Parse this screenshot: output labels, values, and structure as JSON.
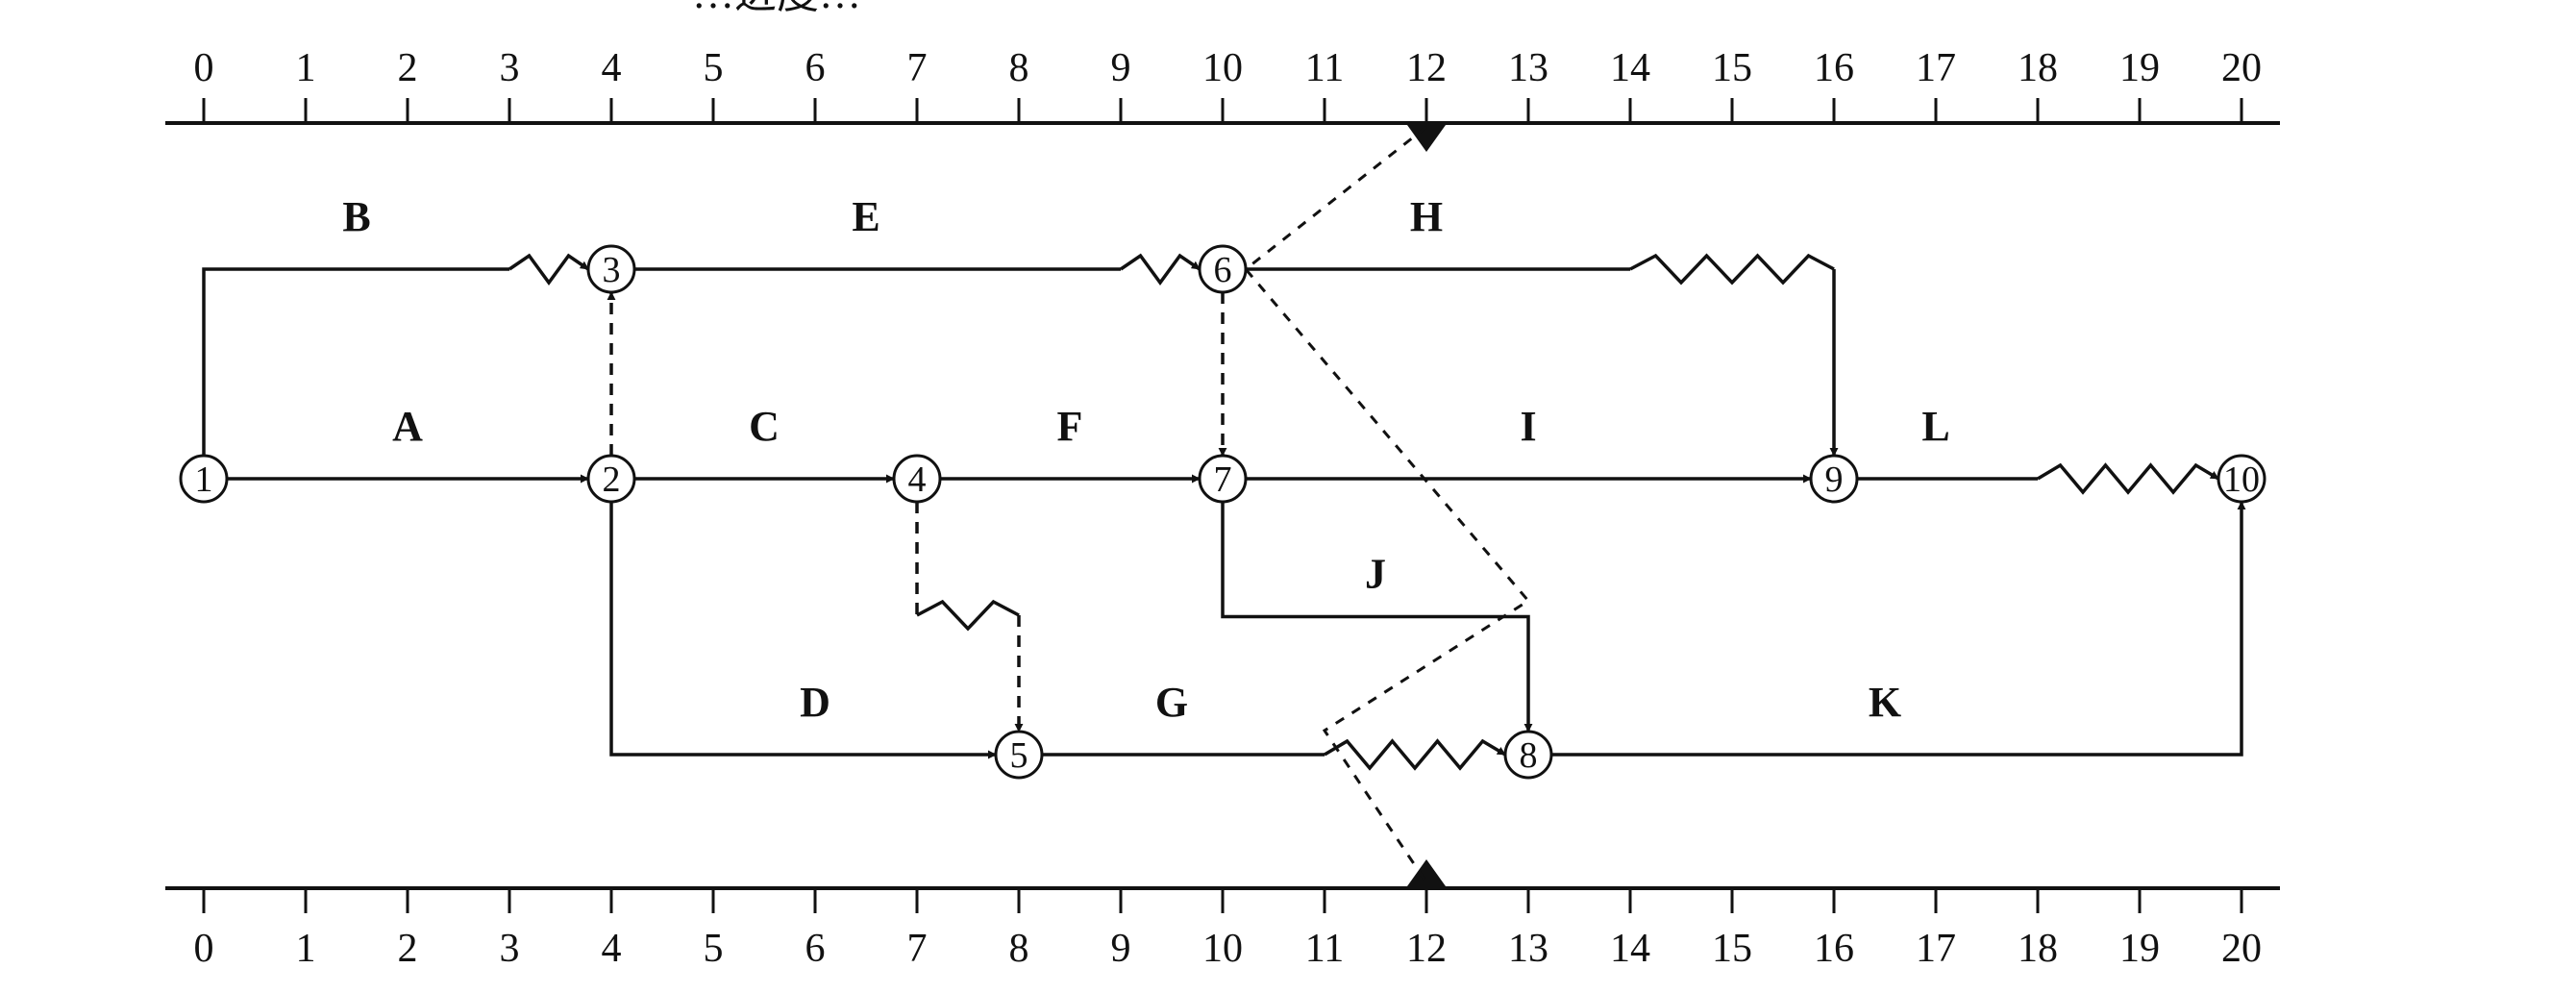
{
  "diagram": {
    "header_fragment": "…进度…",
    "top_scale": {
      "ticks": [
        "0",
        "1",
        "2",
        "3",
        "4",
        "5",
        "6",
        "7",
        "8",
        "9",
        "10",
        "11",
        "12",
        "13",
        "14",
        "15",
        "16",
        "17",
        "18",
        "19",
        "20"
      ],
      "check_marker_at": 12
    },
    "bottom_scale": {
      "ticks": [
        "0",
        "1",
        "2",
        "3",
        "4",
        "5",
        "6",
        "7",
        "8",
        "9",
        "10",
        "11",
        "12",
        "13",
        "14",
        "15",
        "16",
        "17",
        "18",
        "19",
        "20"
      ],
      "check_marker_at": 12
    },
    "nodes": [
      {
        "id": 1,
        "label": "1",
        "time": 0,
        "row": "middle"
      },
      {
        "id": 2,
        "label": "2",
        "time": 4,
        "row": "middle"
      },
      {
        "id": 3,
        "label": "3",
        "time": 4,
        "row": "top"
      },
      {
        "id": 4,
        "label": "4",
        "time": 7,
        "row": "middle"
      },
      {
        "id": 5,
        "label": "5",
        "time": 8,
        "row": "bottom"
      },
      {
        "id": 6,
        "label": "6",
        "time": 10,
        "row": "top"
      },
      {
        "id": 7,
        "label": "7",
        "time": 10,
        "row": "middle"
      },
      {
        "id": 8,
        "label": "8",
        "time": 13,
        "row": "bottom"
      },
      {
        "id": 9,
        "label": "9",
        "time": 16,
        "row": "middle"
      },
      {
        "id": 10,
        "label": "10",
        "time": 20,
        "row": "middle"
      }
    ],
    "activities": [
      {
        "name": "A",
        "from": 1,
        "to": 2,
        "duration": 4,
        "free_float": 0
      },
      {
        "name": "B",
        "from": 1,
        "to": 3,
        "duration": 3,
        "free_float": 1
      },
      {
        "name": "C",
        "from": 2,
        "to": 4,
        "duration": 3,
        "free_float": 0
      },
      {
        "name": "D",
        "from": 2,
        "to": 5,
        "duration": 4,
        "free_float": 0
      },
      {
        "name": "E",
        "from": 3,
        "to": 6,
        "duration": 5,
        "free_float": 1
      },
      {
        "name": "F",
        "from": 4,
        "to": 7,
        "duration": 3,
        "free_float": 0
      },
      {
        "name": "G",
        "from": 5,
        "to": 8,
        "duration": 3,
        "free_float": 2
      },
      {
        "name": "H",
        "from": 6,
        "to": 9,
        "duration": 4,
        "free_float": 2
      },
      {
        "name": "I",
        "from": 7,
        "to": 9,
        "duration": 6,
        "free_float": 0
      },
      {
        "name": "J",
        "from": 7,
        "to": 8,
        "duration": 3,
        "free_float": 0
      },
      {
        "name": "K",
        "from": 8,
        "to": 10,
        "duration": 7,
        "free_float": 0
      },
      {
        "name": "L",
        "from": 9,
        "to": 10,
        "duration": 2,
        "free_float": 2
      }
    ],
    "dummies": [
      {
        "from": 2,
        "to": 3,
        "free_float": 0
      },
      {
        "from": 4,
        "to": 5,
        "free_float": 1
      },
      {
        "from": 6,
        "to": 7,
        "free_float": 0
      }
    ],
    "progress_check_line": {
      "at": 12
    }
  }
}
